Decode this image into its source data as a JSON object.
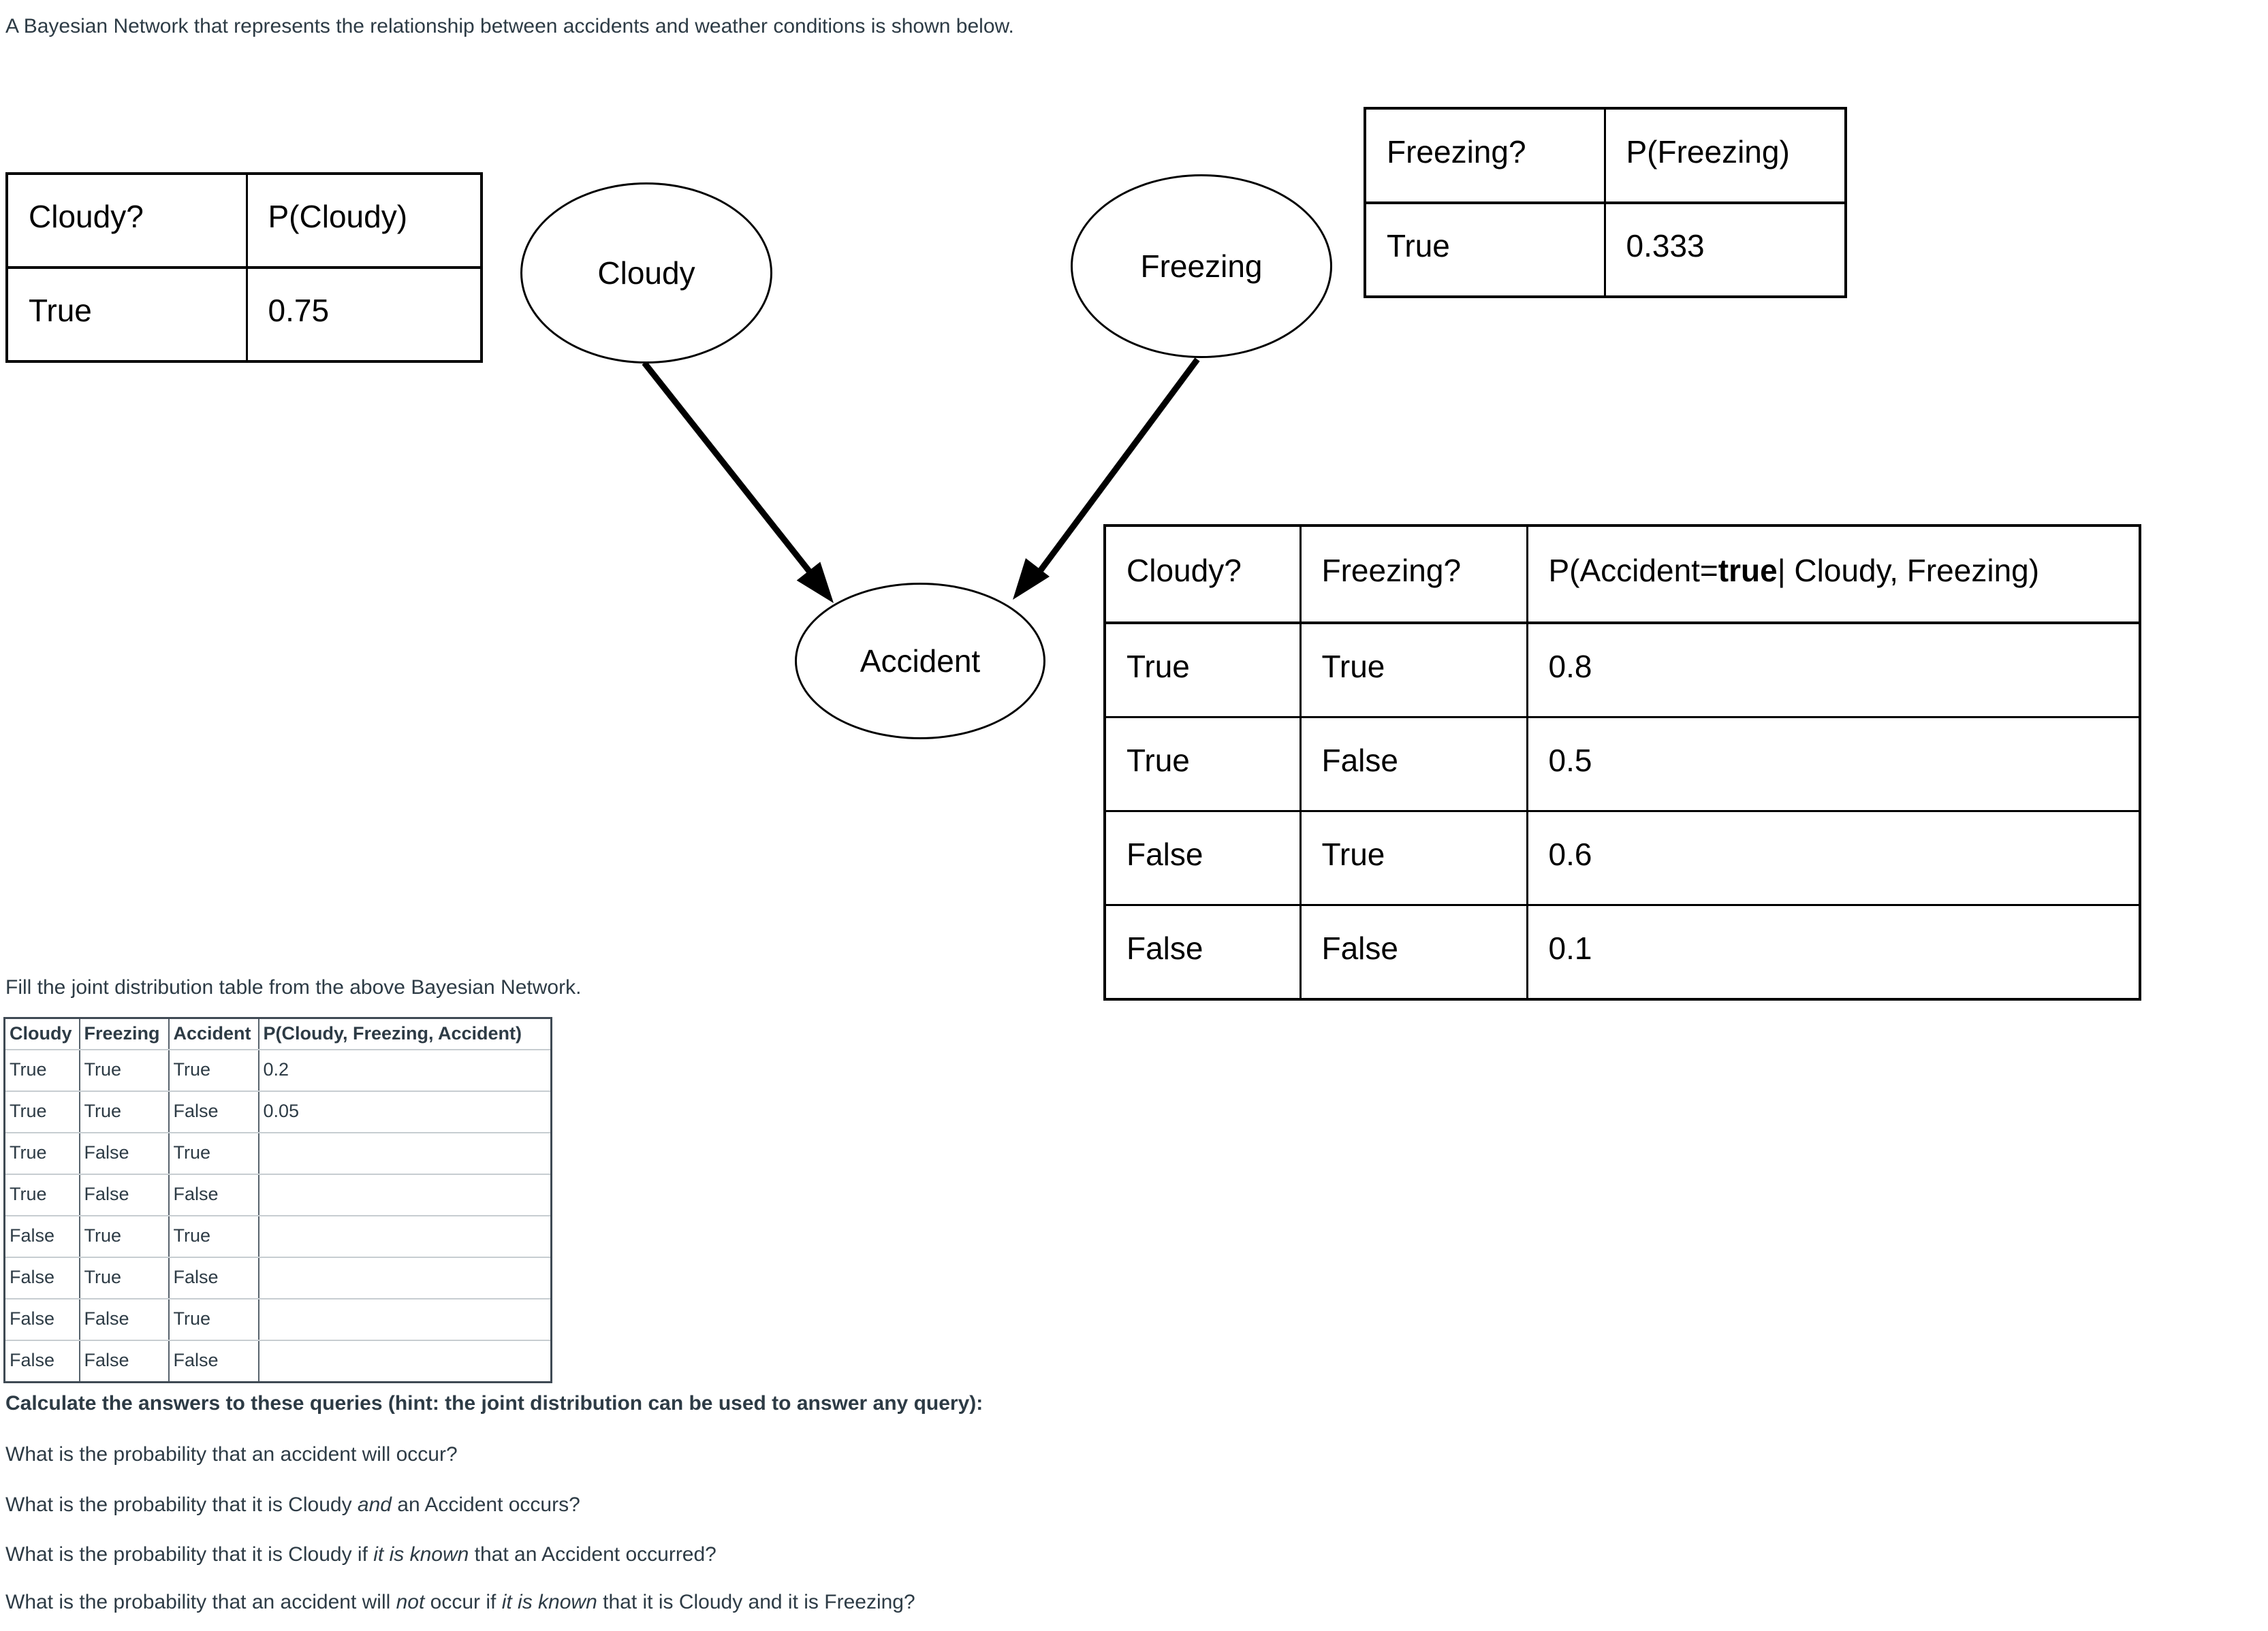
{
  "page": {
    "intro": "A Bayesian Network that represents the relationship between accidents and weather conditions is shown below.",
    "fill_caption": "Fill the joint distribution table from the above Bayesian Network.",
    "queries_heading": "Calculate the answers to these queries (hint: the joint distribution can be used to answer any query):",
    "queries": [
      [
        {
          "t": "What is the probability that an accident will occur?"
        }
      ],
      [
        {
          "t": "What is the probability that it is Cloudy "
        },
        {
          "t": "and",
          "i": true
        },
        {
          "t": " an Accident occurs?"
        }
      ],
      [
        {
          "t": "What is the probability that it is Cloudy if "
        },
        {
          "t": "it is known",
          "i": true
        },
        {
          "t": " that an Accident occurred?"
        }
      ],
      [
        {
          "t": "What is the probability that an accident will "
        },
        {
          "t": "not",
          "i": true
        },
        {
          "t": " occur if "
        },
        {
          "t": "it is known",
          "i": true
        },
        {
          "t": " that it is Cloudy and it is Freezing?"
        }
      ]
    ]
  },
  "network": {
    "nodes": {
      "cloudy": "Cloudy",
      "freezing": "Freezing",
      "accident": "Accident"
    },
    "cloudy_table": {
      "headers": [
        "Cloudy?",
        "P(Cloudy)"
      ],
      "rows": [
        [
          "True",
          "0.75"
        ]
      ]
    },
    "freezing_table": {
      "headers": [
        "Freezing?",
        "P(Freezing)"
      ],
      "rows": [
        [
          "True",
          "0.333"
        ]
      ]
    },
    "accident_table": {
      "headers": [
        "Cloudy?",
        "Freezing?"
      ],
      "p_header": [
        {
          "t": "P(Accident="
        },
        {
          "t": "true",
          "b": true
        },
        {
          "t": "| Cloudy, Freezing)"
        }
      ],
      "rows": [
        [
          "True",
          "True",
          "0.8"
        ],
        [
          "True",
          "False",
          "0.5"
        ],
        [
          "False",
          "True",
          "0.6"
        ],
        [
          "False",
          "False",
          "0.1"
        ]
      ]
    }
  },
  "joint_table": {
    "headers": [
      "Cloudy",
      "Freezing",
      "Accident",
      "P(Cloudy, Freezing, Accident)"
    ],
    "rows": [
      [
        "True",
        "True",
        "True",
        "0.2"
      ],
      [
        "True",
        "True",
        "False",
        "0.05"
      ],
      [
        "True",
        "False",
        "True",
        ""
      ],
      [
        "True",
        "False",
        "False",
        ""
      ],
      [
        "False",
        "True",
        "True",
        ""
      ],
      [
        "False",
        "True",
        "False",
        ""
      ],
      [
        "False",
        "False",
        "True",
        ""
      ],
      [
        "False",
        "False",
        "False",
        ""
      ]
    ]
  }
}
